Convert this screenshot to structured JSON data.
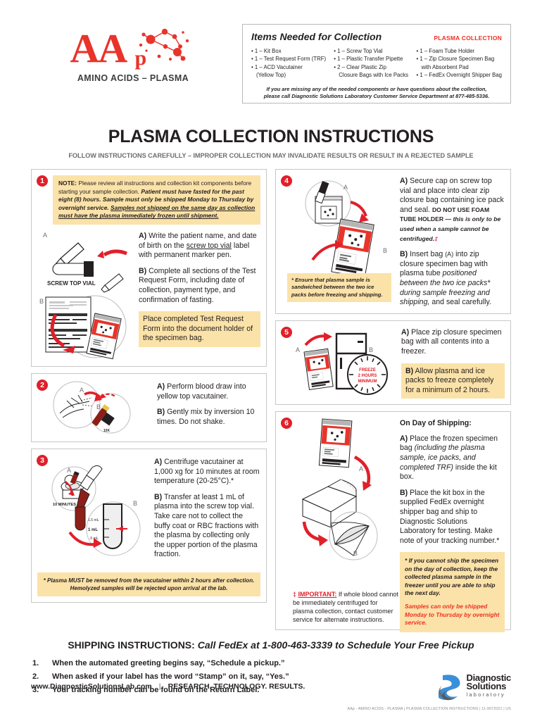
{
  "logo": {
    "mark_aa": "AA",
    "mark_p": "p",
    "subtitle": "AMINO ACIDS – PLASMA",
    "color": "#e8342a"
  },
  "items_box": {
    "title": "Items Needed for Collection",
    "tag": "PLASMA COLLECTION",
    "tag_color": "#ee3124",
    "col1": [
      "• 1 – Kit Box",
      "• 1 – Test Request Form (TRF)",
      "• 1 – ACD Vacutainer",
      "(Yellow Top)"
    ],
    "col2": [
      "• 1 – Screw Top Vial",
      "• 1 – Plastic Transfer Pipette",
      "• 2 – Clear Plastic Zip",
      "Closure Bags with Ice Packs"
    ],
    "col3": [
      "• 1 – Foam Tube Holder",
      "• 1 – Zip Closure Specimen Bag",
      "with Absorbent Pad",
      "• 1 – FedEx Overnight Shipper Bag"
    ],
    "note_line1": "If you are missing any of the needed components or have questions about the collection,",
    "note_line2": "please call Diagnostic Solutions Laboratory Customer Service Department at 877-485-5336."
  },
  "title": "PLASMA COLLECTION INSTRUCTIONS",
  "subtitle": "FOLLOW INSTRUCTIONS CAREFULLY – IMPROPER COLLECTION MAY INVALIDATE RESULTS OR RESULT IN A REJECTED SAMPLE",
  "steps": {
    "step1": {
      "number": "1",
      "note_bold": "NOTE:",
      "note_plain": " Please review all instructions and collection kit components before starting your sample collection. ",
      "note_italic": "Patient must have fasted for the past eight (8) hours. Sample must only be shipped Monday to Thursday by overnight service. ",
      "note_underline": "Samples not shipped on the same day as collection must have the plasma immediately frozen until shipment.",
      "label_a": "A",
      "label_b": "B",
      "art_caption": "SCREW TOP VIAL",
      "text_a_label": "A)",
      "text_a": " Write the patient name, and date of birth on the ",
      "text_a_u": "screw top vial",
      "text_a_end": " label with permanent marker pen.",
      "text_b_label": "B)",
      "text_b": " Complete all sections of the Test Request Form, including date of collection, payment type, and confirmation of fasting.",
      "highlight": "Place completed Test Request Form into the document holder of the specimen bag."
    },
    "step2": {
      "number": "2",
      "label_a": "A",
      "label_b": "B",
      "art_caption": "10X",
      "text_a_label": "A)",
      "text_a": " Perform blood draw into yellow top vacutainer.",
      "text_b_label": "B)",
      "text_b": " Gently mix by inversion 10 times. Do not shake."
    },
    "step3": {
      "number": "3",
      "label_a": "A",
      "label_b": "B",
      "art_caption": "10 MINUTES",
      "tick_15": "1.5 mL",
      "tick_1": "1 mL",
      "tick_05": ".5 mL",
      "text_a_label": "A)",
      "text_a": " Centrifuge vacutainer at 1,000 xg for 10 minutes at room temperature (20-25°C).*",
      "text_b_label": "B)",
      "text_b": " Transfer at least 1 mL of plasma into the screw top vial. Take care not to collect the buffy coat or RBC fractions with the plasma by collecting only the upper portion of the plasma fraction.",
      "footnote": "* Plasma MUST be removed from the vacutainer within 2 hours after collection. Hemolyzed samples will be rejected upon arrival at the lab."
    },
    "step4": {
      "number": "4",
      "label_a": "A",
      "label_b": "B",
      "text_a_label": "A)",
      "text_a": " Secure cap on screw top vial and place into clear zip closure bag containing ice pack and seal. ",
      "text_a_caps": "DO NOT USE FOAM TUBE HOLDER — ",
      "text_a_capsi": "this is only to be used when a sample cannot be centrifuged.",
      "text_a_dag": "‡",
      "text_b_label": "B)",
      "text_b_1": " Insert bag ",
      "text_b_a": "(A)",
      "text_b_2": " into zip closure specimen bag with plasma tube ",
      "text_b_i": "positioned between the two ice packs* during sample freezing and shipping,",
      "text_b_3": " and seal carefully.",
      "footnote": "* Ensure that plasma sample is sandwiched between the two ice packs before freezing and shipping."
    },
    "step5": {
      "number": "5",
      "label_a": "A",
      "label_b": "B",
      "dial_l1": "FREEZE",
      "dial_l2": "2 HOURS",
      "dial_l3": "MINIMUM",
      "text_a_label": "A)",
      "text_a": " Place zip closure specimen bag with all contents into a freezer.",
      "text_b_label": "B)",
      "text_b": " Allow plasma and ice packs to freeze completely for a minimum of 2 hours."
    },
    "step6": {
      "number": "6",
      "label_a": "A",
      "label_b": "B",
      "heading": "On Day of Shipping:",
      "text_a_label": "A)",
      "text_a_1": " Place the frozen specimen bag ",
      "text_a_i": "(including the plasma sample, ice packs, and completed TRF)",
      "text_a_2": " inside the kit box.",
      "text_b_label": "B)",
      "text_b": " Place the kit box in the supplied FedEx overnight shipper bag and ship to Diagnostic Solutions Laboratory for testing. Make note of your tracking number.*",
      "important_dag": "‡ ",
      "important_label": "IMPORTANT:",
      "important_text": " If whole blood cannot be immediately centrifuged for plasma collection, contact customer service for alternate instructions.",
      "highlight_1": "* If you cannot ship the specimen on the day of collection, keep the collected plasma sample in the freezer until you are able to ship the next day.",
      "highlight_2": "Samples can only be shipped Monday to Thursday by overnight service."
    }
  },
  "shipping": {
    "title_bold": "SHIPPING INSTRUCTIONS: ",
    "title_italic": "Call FedEx at 1-800-463-3339 to Schedule Your Free Pickup",
    "items": [
      {
        "num": "1.",
        "text": "When the automated greeting begins say, “Schedule a pickup.”"
      },
      {
        "num": "2.",
        "text": "When asked if your label has the word “Stamp” on it, say, “Yes.”"
      },
      {
        "num": "3.",
        "text": "Your tracking number can be found on the Return Label."
      }
    ]
  },
  "footer": {
    "website": "www.DiagnosticSolutionsLab.com",
    "separator": "|",
    "tagline": "RESEARCH. TECHNOLOGY. RESULTS.",
    "brand_l1": "Diagnostic",
    "brand_l2": "Solutions",
    "brand_l3": "laboratory",
    "meta": "AAp - AMINO ACIDS - PLASMA | PLASMA COLLECTION INSTRUCTIONS | 11-9072021 | US"
  }
}
